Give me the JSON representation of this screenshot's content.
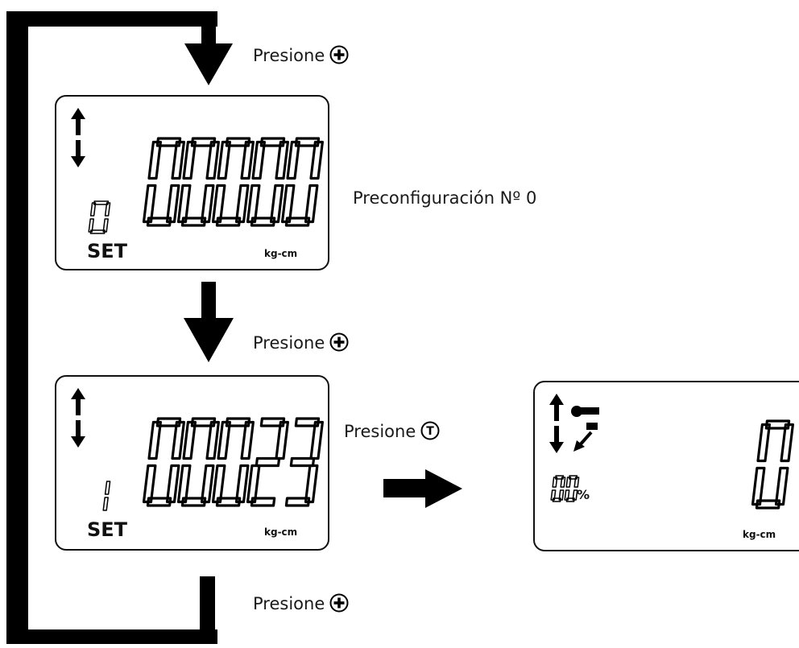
{
  "steps": [
    {
      "label": "Presione",
      "button_icon": "plus-button-icon"
    },
    {
      "label": "Presione",
      "button_icon": "plus-button-icon"
    },
    {
      "label": "Presione",
      "button_icon": "t-button-icon",
      "button_text": "T"
    },
    {
      "label": "Presione",
      "button_icon": "plus-button-icon"
    }
  ],
  "displays": [
    {
      "preset_digit": "0",
      "set_label": "SET",
      "digits": "00000",
      "unit": "kg-cm",
      "caption": "Preconfiguración Nº 0"
    },
    {
      "preset_digit": "1",
      "set_label": "SET",
      "digits": "00023",
      "unit": "kg-cm"
    },
    {
      "percent_digits": "00",
      "percent_sign": "%",
      "digits": "0",
      "unit": "kg-cm"
    }
  ]
}
